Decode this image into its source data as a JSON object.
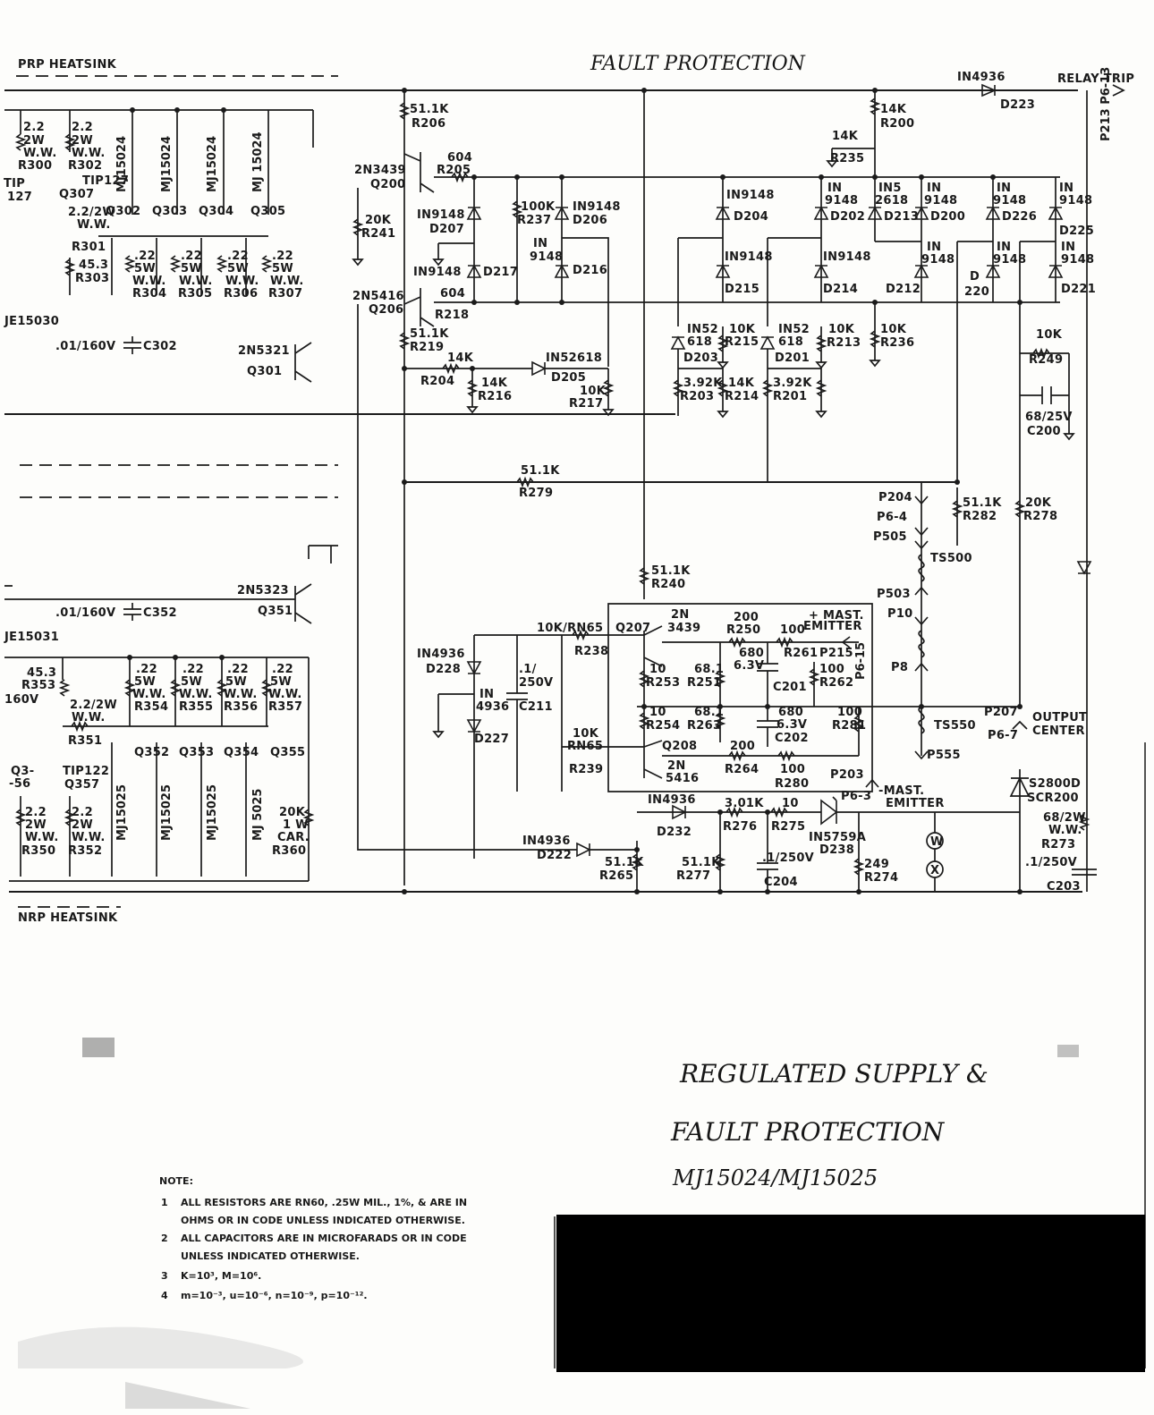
{
  "title_top": "FAULT PROTECTION",
  "heatsinks": {
    "prp": "PRP HEATSINK",
    "nrp": "NRP HEATSINK"
  },
  "handwritten_title": [
    "REGULATED SUPPLY &",
    "FAULT PROTECTION",
    "MJ15024/MJ15025"
  ],
  "relay": {
    "diode": "IN4936",
    "diode_ref": "D223",
    "label": "RELAY TRIP",
    "pins": "P213 P6-13"
  },
  "notes": {
    "header": "NOTE:",
    "items": [
      {
        "num": "1",
        "line1": "ALL RESISTORS ARE RN60, .25W MIL., 1%, & ARE IN",
        "line2": "OHMS OR IN CODE UNLESS INDICATED OTHERWISE."
      },
      {
        "num": "2",
        "line1": "ALL CAPACITORS ARE IN MICROFARADS OR IN CODE",
        "line2": "UNLESS INDICATED OTHERWISE."
      },
      {
        "num": "3",
        "line1": "K=10³, M=10⁶.",
        "line2": ""
      },
      {
        "num": "4",
        "line1": "m=10⁻³, u=10⁻⁶, n=10⁻⁹, p=10⁻¹².",
        "line2": ""
      }
    ]
  },
  "upper_output": {
    "r300": [
      "2.2",
      "2W",
      "W.W.",
      "R300"
    ],
    "r302": [
      "2.2",
      "2W",
      "W.W.",
      "R302"
    ],
    "tip127": [
      "TIP127",
      "Q307"
    ],
    "tip_left": [
      "TIP",
      "127"
    ],
    "r301": [
      "2.2/2W",
      "W.W.",
      "R301"
    ],
    "r303": [
      "45.3",
      "R303"
    ],
    "transistors": [
      "MJ15024",
      "MJ15024",
      "MJ15024",
      "MJ 15024"
    ],
    "q_refs": [
      "Q302",
      "Q303",
      "Q304",
      "Q305"
    ],
    "emitter_resistors": [
      [
        ".22",
        "5W",
        "W.W.",
        "R304"
      ],
      [
        ".22",
        "5W",
        "W.W.",
        "R305"
      ],
      [
        ".22",
        "5W",
        "W.W.",
        "R306"
      ],
      [
        ".22",
        "5W",
        "W.W.",
        "R307"
      ]
    ],
    "je": "JE15030",
    "cap": ".01/160V",
    "cap_ref": "C302",
    "q301": [
      "2N5321",
      "Q301"
    ]
  },
  "lower_output": {
    "q351": [
      "2N5323",
      "Q351"
    ],
    "cap": ".01/160V",
    "cap_ref": "C352",
    "je": "JE15031",
    "r353": [
      "45.3",
      "R353"
    ],
    "v160": "160V",
    "r351": [
      "2.2/2W",
      "W.W.",
      "R351"
    ],
    "emitter_resistors": [
      [
        ".22",
        "5W",
        "W.W.",
        "R354"
      ],
      [
        ".22",
        "5W",
        "W.W.",
        "R355"
      ],
      [
        ".22",
        "5W",
        "W.W.",
        "R356"
      ],
      [
        ".22",
        "5W",
        "W.W.",
        "R357"
      ]
    ],
    "q_refs": [
      "Q352",
      "Q353",
      "Q354",
      "Q355"
    ],
    "transistors": [
      "MJ15025",
      "MJ15025",
      "MJ15025",
      "MJ 5025"
    ],
    "tip122": [
      "TIP122",
      "Q357"
    ],
    "q3": [
      "Q3-",
      "-56"
    ],
    "r350": [
      "2.2",
      "2W",
      "W.W.",
      "R350"
    ],
    "r352": [
      "2.2",
      "2W",
      "W.W.",
      "R352"
    ],
    "r360": [
      "20K",
      "1 W",
      "CAR.",
      "R360"
    ]
  },
  "fault": {
    "r206": [
      "51.1K",
      "R206"
    ],
    "r205": [
      "604",
      "R205"
    ],
    "q200": [
      "2N3439",
      "Q200"
    ],
    "r241": [
      "20K",
      "R241"
    ],
    "d207": [
      "IN9148",
      "D207"
    ],
    "d217": [
      "IN9148",
      "D217"
    ],
    "r237": [
      "100K",
      "R237"
    ],
    "d206": [
      "IN9148",
      "D206"
    ],
    "d216": [
      "IN",
      "9148",
      "D216"
    ],
    "q206": [
      "2N5416",
      "Q206"
    ],
    "r218": [
      "604",
      "R218"
    ],
    "r219": [
      "51.1K",
      "R219"
    ],
    "r204": [
      "14K",
      "R204"
    ],
    "r216": [
      "14K",
      "R216"
    ],
    "d205": [
      "IN52618",
      "D205"
    ],
    "r217": [
      "10K",
      "R217"
    ],
    "r279": [
      "51.1K",
      "R279"
    ],
    "r200": [
      "14K",
      "R200"
    ],
    "r235": [
      "14K",
      "R235"
    ],
    "d204": [
      "IN9148",
      "D204"
    ],
    "d215": [
      "IN9148",
      "D215"
    ],
    "d202": [
      "IN",
      "9148",
      "D202"
    ],
    "d214": [
      "IN9148",
      "D214"
    ],
    "d213": [
      "IN5",
      "2618",
      "D213"
    ],
    "d212": "D212",
    "d200": [
      "IN",
      "9148",
      "D200"
    ],
    "d_9148a": [
      "IN",
      "9148"
    ],
    "d226": [
      "IN",
      "9148",
      "D226"
    ],
    "d220": [
      "D",
      "220"
    ],
    "d_9148b": [
      "IN",
      "9148"
    ],
    "d225": [
      "IN",
      "9148",
      "D225"
    ],
    "d221": [
      "IN",
      "9148",
      "D221"
    ],
    "d203": [
      "IN52",
      "618",
      "D203"
    ],
    "r215": [
      "10K",
      "R215"
    ],
    "d201": [
      "IN52",
      "618",
      "D201"
    ],
    "r213": [
      "10K",
      "R213"
    ],
    "r236": [
      "10K",
      "R236"
    ],
    "r203": [
      "3.92K",
      "R203"
    ],
    "r214": [
      "14K",
      "R214"
    ],
    "r201": [
      "3.92K",
      "R201"
    ],
    "r249": [
      "10K",
      "R249"
    ],
    "c200": [
      "68/25V",
      "C200"
    ],
    "p204": [
      "P204",
      "P6-4",
      "P505"
    ],
    "r282": [
      "51.1K",
      "R282"
    ],
    "r278": [
      "20K",
      "R278"
    ],
    "ts500": "TS500",
    "r240": [
      "51.1K",
      "R240"
    ],
    "p503": [
      "P503",
      "P10"
    ],
    "p8": "P8",
    "q207": [
      "2N",
      "3439",
      "Q207"
    ],
    "rn65a": [
      "10K/RN65",
      "R238"
    ],
    "r250": [
      "200",
      "R250"
    ],
    "r261": [
      "100",
      "R261"
    ],
    "mast_plus": [
      "+ MAST.",
      "EMITTER"
    ],
    "p215": [
      "P215",
      "P6-15"
    ],
    "d228": [
      "IN4936",
      "D228"
    ],
    "c211": [
      ".1/",
      "250V",
      "C211"
    ],
    "r253": [
      "10",
      "R253"
    ],
    "r251": [
      "68.1",
      "R251"
    ],
    "c201": [
      "680",
      "6.3V",
      "C201"
    ],
    "r262": [
      "100",
      "R262"
    ],
    "d227": [
      "IN",
      "4936",
      "D227"
    ],
    "r254": [
      "10",
      "R254"
    ],
    "r263": [
      "68.1",
      "R263"
    ],
    "c202": [
      "680",
      "6.3V",
      "C202"
    ],
    "r281": [
      "100",
      "R281"
    ],
    "ts550": "TS550",
    "p207": [
      "P207",
      "P6-7"
    ],
    "output_center": [
      "OUTPUT",
      "CENTER"
    ],
    "rn65b": [
      "10K",
      "RN65",
      "R239"
    ],
    "q208": [
      "Q208",
      "2N",
      "5416"
    ],
    "r264": [
      "200",
      "R264"
    ],
    "r280": [
      "100",
      "R280"
    ],
    "p555": "P555",
    "p203": [
      "P203",
      "P6-3"
    ],
    "mast_minus": [
      "-MAST.",
      "EMITTER"
    ],
    "scr": [
      "S2800D",
      "SCR200"
    ],
    "d232": [
      "IN4936",
      "D232"
    ],
    "r276": [
      "3.01K",
      "R276"
    ],
    "r275": [
      "10",
      "R275"
    ],
    "d238": [
      "IN5759A",
      "D238"
    ],
    "r273": [
      "68/2W",
      "W.W.",
      "R273"
    ],
    "c203": [
      ".1/250V",
      "C203"
    ],
    "d222": [
      "IN4936",
      "D222"
    ],
    "r265": [
      "51.1K",
      "R265"
    ],
    "r277": [
      "51.1K",
      "R277"
    ],
    "c204": [
      ".1/250V",
      "C204"
    ],
    "r274": [
      "249",
      "R274"
    ],
    "w": "W",
    "x": "X"
  },
  "colors": {
    "ink": "#1b1b1b",
    "paper": "#fdfdfb",
    "redaction": "#000000"
  }
}
